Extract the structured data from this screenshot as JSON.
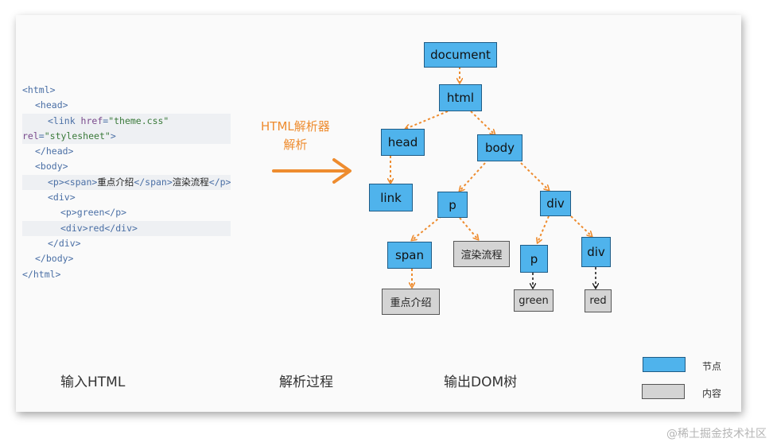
{
  "code_lines": [
    {
      "parts": [
        {
          "c": "t",
          "v": "<html>"
        }
      ]
    },
    {
      "parts": [
        {
          "c": "t",
          "v": "<head>"
        }
      ]
    },
    {
      "parts": [
        {
          "c": "t",
          "v": "<link "
        },
        {
          "c": "a",
          "v": "href"
        },
        {
          "c": "t",
          "v": "="
        },
        {
          "c": "s",
          "v": "\"theme.css\""
        }
      ]
    },
    {
      "parts": [
        {
          "c": "a",
          "v": "rel"
        },
        {
          "c": "t",
          "v": "="
        },
        {
          "c": "s",
          "v": "\"stylesheet\""
        },
        {
          "c": "t",
          "v": ">"
        }
      ]
    },
    {
      "parts": [
        {
          "c": "t",
          "v": "</head>"
        }
      ]
    },
    {
      "parts": [
        {
          "c": "t",
          "v": "<body>"
        }
      ]
    },
    {
      "parts": [
        {
          "c": "t",
          "v": "<p><span>"
        },
        {
          "c": "x",
          "v": "重点介绍"
        },
        {
          "c": "t",
          "v": "</span>"
        },
        {
          "c": "x",
          "v": "渲染流程"
        },
        {
          "c": "t",
          "v": "</p>"
        }
      ]
    },
    {
      "parts": [
        {
          "c": "t",
          "v": "<div>"
        }
      ]
    },
    {
      "parts": [
        {
          "c": "t",
          "v": "<p>green</p>"
        }
      ]
    },
    {
      "parts": [
        {
          "c": "t",
          "v": "<div>red</div>"
        }
      ]
    },
    {
      "parts": [
        {
          "c": "t",
          "v": "</div>"
        }
      ]
    },
    {
      "parts": [
        {
          "c": "t",
          "v": "</body>"
        }
      ]
    },
    {
      "parts": [
        {
          "c": "t",
          "v": "</html>"
        }
      ]
    }
  ],
  "parser": {
    "line1": "HTML解析器",
    "line2": "解析"
  },
  "nodes": {
    "document": "document",
    "html": "html",
    "head": "head",
    "body": "body",
    "link": "link",
    "p": "p",
    "div": "div",
    "span": "span",
    "p2": "p",
    "div2": "div"
  },
  "content_nodes": {
    "render_flow": "渲染流程",
    "highlight": "重点介绍",
    "green": "green",
    "red": "red"
  },
  "bottom_labels": {
    "input": "输入HTML",
    "process": "解析过程",
    "output": "输出DOM树"
  },
  "legend": {
    "node": "节点",
    "content": "内容"
  },
  "colors": {
    "node": "#4fb3ec",
    "content": "#d4d4d4",
    "edge": "#ee8c2f"
  },
  "watermark": "@稀土掘金技术社区"
}
